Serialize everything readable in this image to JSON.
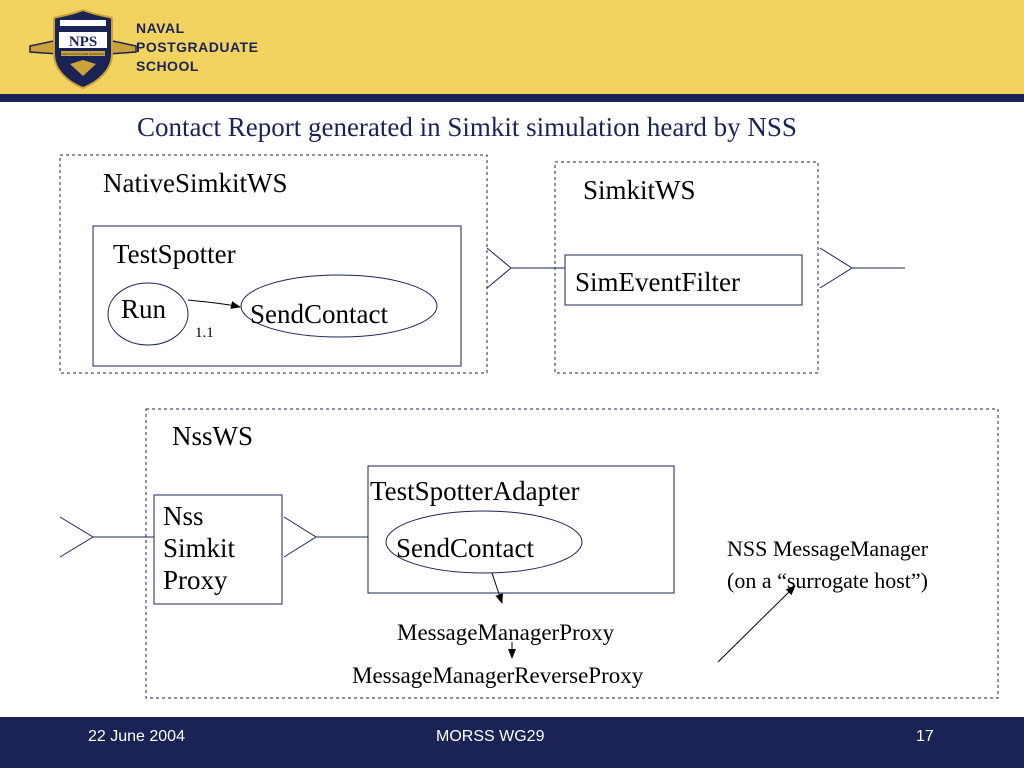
{
  "header": {
    "logo": {
      "icon": "nps-shield-logo",
      "text": "NPS",
      "motto": "PRAESTANTIA PER SCIENTIAM"
    },
    "school_lines": [
      "NAVAL",
      "POSTGRADUATE",
      "SCHOOL"
    ],
    "colors": {
      "banner": "#f3d35f",
      "navy": "#1b2356"
    }
  },
  "title": "Contact Report generated in Simkit simulation heard by NSS",
  "diagram": {
    "native_ws": {
      "label": "NativeSimkitWS",
      "box_label": "TestSpotter",
      "run": "Run",
      "send_contact": "SendContact",
      "edge_label": "1.1"
    },
    "simkit_ws": {
      "label": "SimkitWS",
      "filter": "SimEventFilter"
    },
    "nss_ws": {
      "label": "NssWS",
      "proxy_lines": [
        "Nss",
        "Simkit",
        "Proxy"
      ],
      "adapter_label": "TestSpotterAdapter",
      "send_contact": "SendContact",
      "mm_proxy": "MessageManagerProxy",
      "mm_reverse_proxy": "MessageManagerReverseProxy",
      "manager_lines": [
        "NSS MessageManager",
        "(on a “surrogate host”)"
      ]
    }
  },
  "footer": {
    "date": "22 June 2004",
    "center": "MORSS WG29",
    "page": "17"
  }
}
